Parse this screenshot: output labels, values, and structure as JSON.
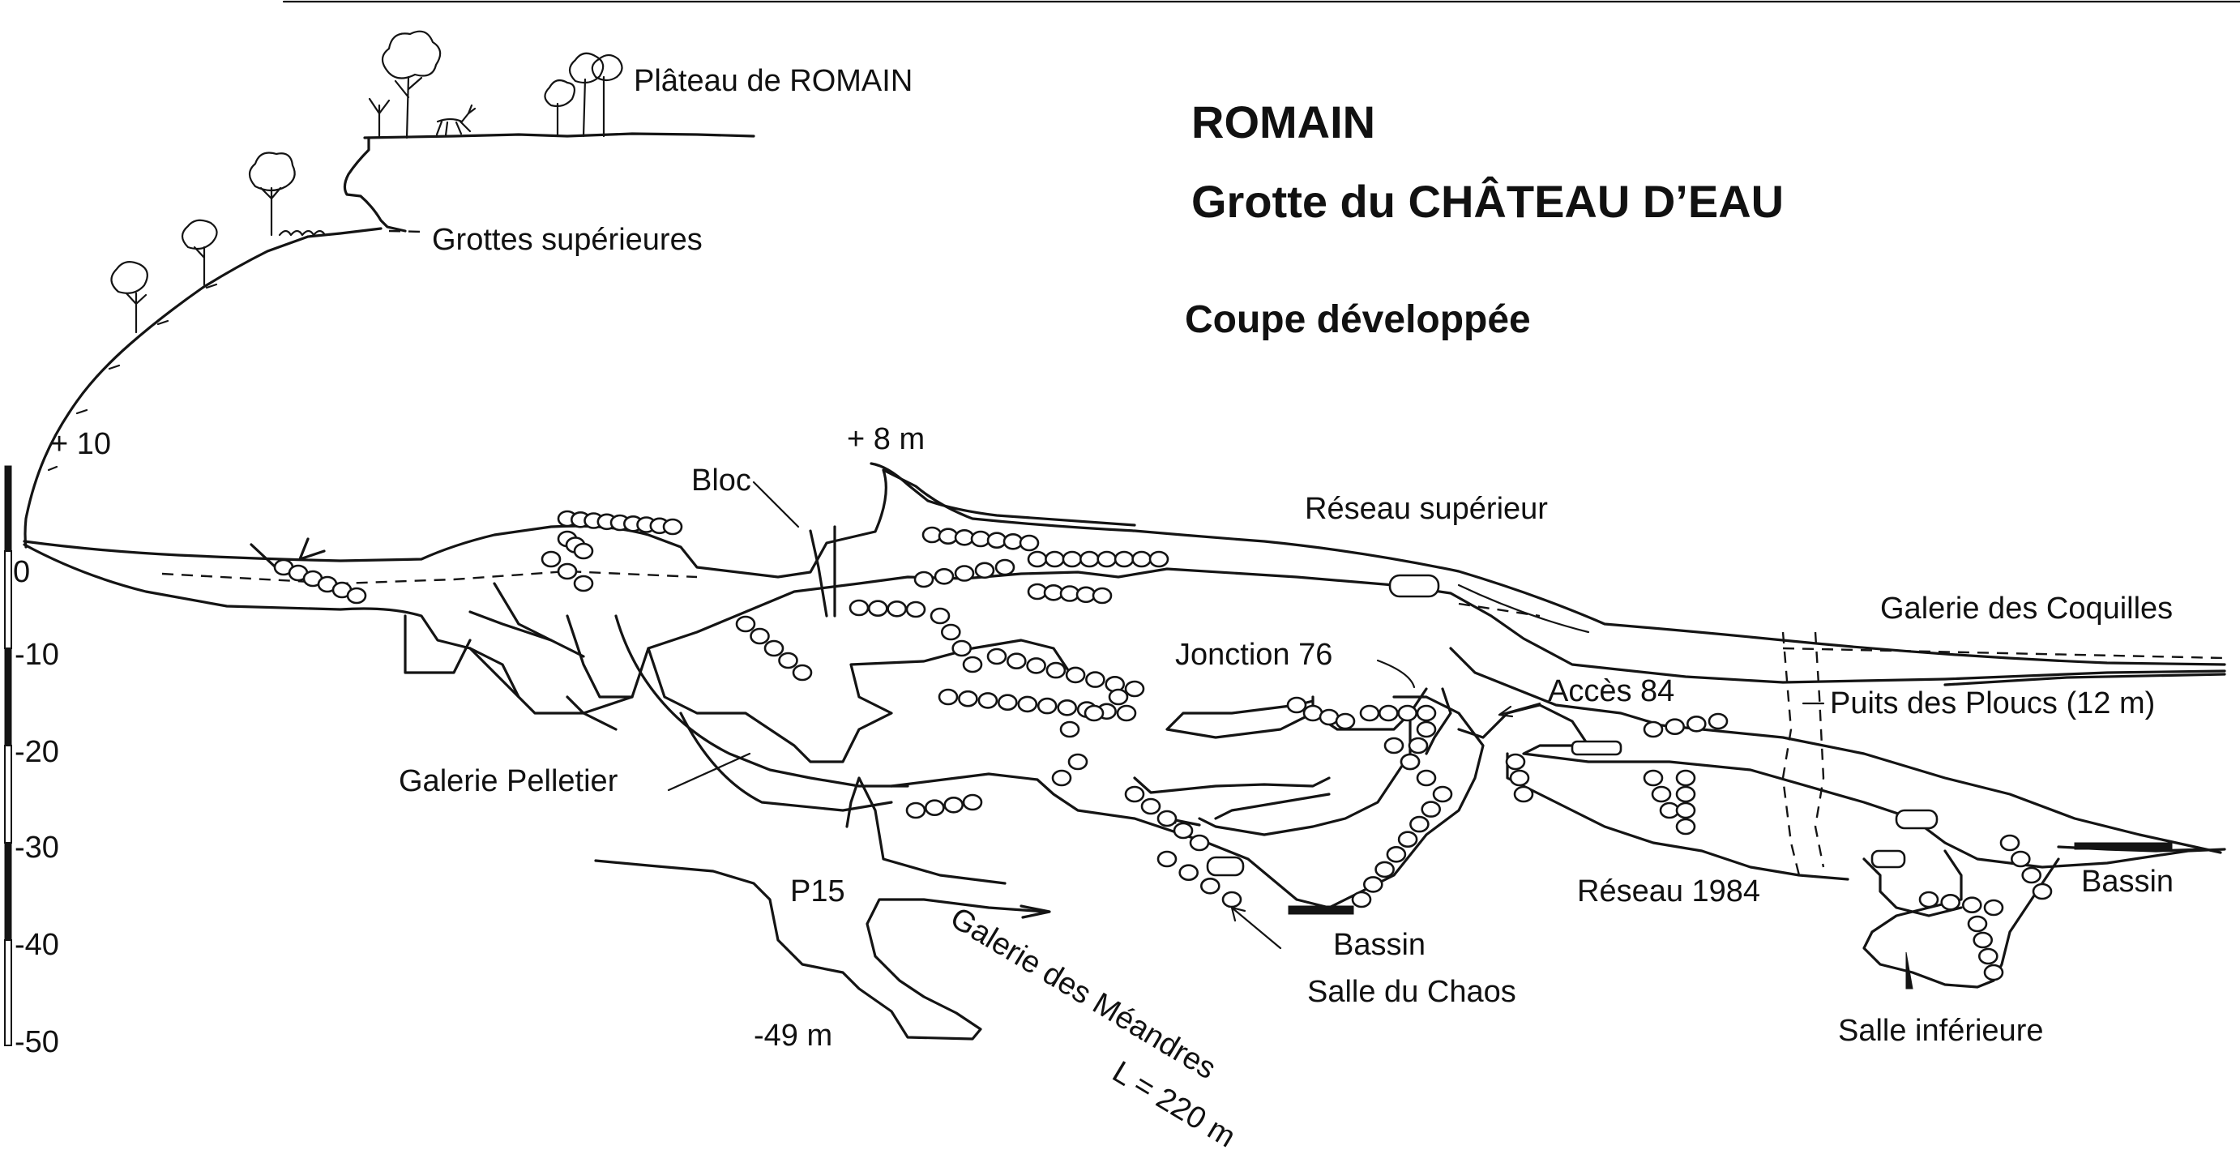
{
  "header": {
    "title_line1": "ROMAIN",
    "title_line2": "Grotte du CHÂTEAU D’EAU",
    "subtitle": "Coupe développée"
  },
  "surface": {
    "plateau": "Plâteau de ROMAIN",
    "upper_caves": "Grottes supérieures"
  },
  "elevations": {
    "plus10": "+ 10",
    "plus8": "+ 8 m",
    "minus49": "-49 m"
  },
  "scale": {
    "ticks": [
      "0",
      "-10",
      "-20",
      "-30",
      "-40",
      "-50"
    ]
  },
  "labels": {
    "bloc": "Bloc",
    "reseau_superieur": "Réseau supérieur",
    "galerie_coquilles": "Galerie des Coquilles",
    "jonction": "Jonction 76",
    "acces": "Accès 84",
    "puits_ploucs": "Puits des Ploucs (12 m)",
    "galerie_pelletier": "Galerie Pelletier",
    "p15": "P15",
    "reseau_1984": "Réseau 1984",
    "bassin_right": "Bassin",
    "bassin_center": "Bassin",
    "salle_chaos": "Salle du Chaos",
    "salle_inferieure": "Salle inférieure",
    "galerie_meandres": "Galerie des Méandres",
    "length": "L = 220 m"
  },
  "colors": {
    "ink": "#141414",
    "paper": "#ffffff"
  }
}
